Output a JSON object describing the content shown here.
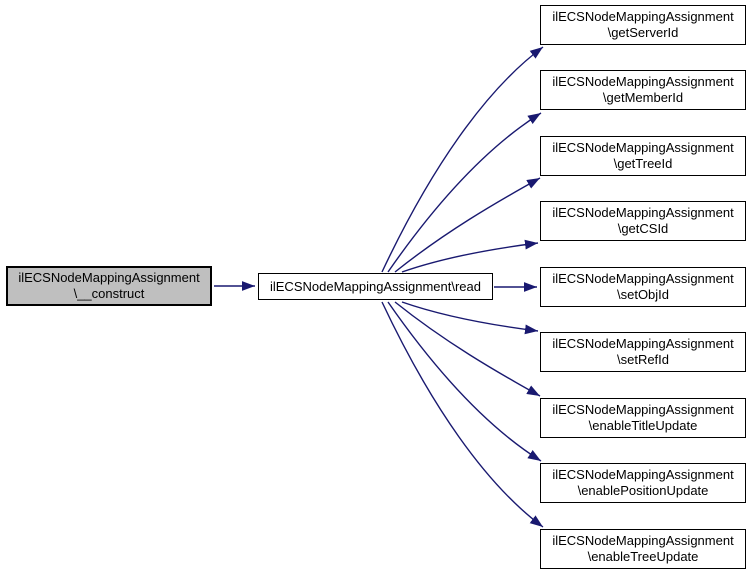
{
  "diagram": {
    "type": "call-graph",
    "colors": {
      "background": "#ffffff",
      "edge": "#191970",
      "node_border": "#000000",
      "node_fill": "#ffffff",
      "highlight_node_fill": "#bfbfbf",
      "text": "#000000"
    }
  },
  "nodes": {
    "construct": {
      "line1": "ilECSNodeMappingAssignment",
      "line2": "\\__construct"
    },
    "read": {
      "label": "ilECSNodeMappingAssignment\\read"
    },
    "callees": [
      {
        "line1": "ilECSNodeMappingAssignment",
        "line2": "\\getServerId"
      },
      {
        "line1": "ilECSNodeMappingAssignment",
        "line2": "\\getMemberId"
      },
      {
        "line1": "ilECSNodeMappingAssignment",
        "line2": "\\getTreeId"
      },
      {
        "line1": "ilECSNodeMappingAssignment",
        "line2": "\\getCSId"
      },
      {
        "line1": "ilECSNodeMappingAssignment",
        "line2": "\\setObjId"
      },
      {
        "line1": "ilECSNodeMappingAssignment",
        "line2": "\\setRefId"
      },
      {
        "line1": "ilECSNodeMappingAssignment",
        "line2": "\\enableTitleUpdate"
      },
      {
        "line1": "ilECSNodeMappingAssignment",
        "line2": "\\enablePositionUpdate"
      },
      {
        "line1": "ilECSNodeMappingAssignment",
        "line2": "\\enableTreeUpdate"
      }
    ]
  }
}
